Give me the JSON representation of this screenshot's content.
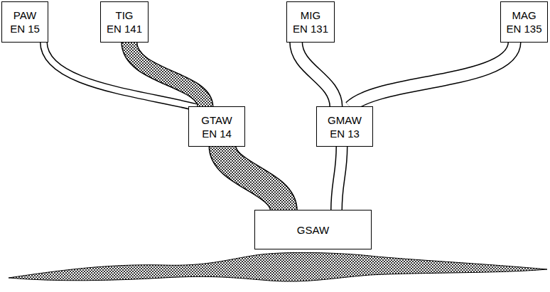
{
  "diagram": {
    "nodes": [
      {
        "text": [
          "PAW",
          "EN 15"
        ]
      },
      {
        "text": [
          "TIG",
          "EN 141"
        ]
      },
      {
        "text": [
          "MIG",
          "EN 131"
        ]
      },
      {
        "text": [
          "MAG",
          "EN 135"
        ]
      },
      {
        "text": [
          "GTAW",
          "EN 14"
        ]
      },
      {
        "text": [
          "GMAW",
          "EN 13"
        ]
      },
      {
        "text": [
          "GSAW"
        ]
      }
    ],
    "edges": [
      {
        "from": 0,
        "to": 4,
        "arrow": "none"
      },
      {
        "from": 1,
        "to": 4,
        "arrow": "none"
      },
      {
        "from": 2,
        "to": 5,
        "arrow": "none"
      },
      {
        "from": 3,
        "to": 5,
        "arrow": "none"
      },
      {
        "from": 4,
        "to": 6,
        "arrow": "none"
      },
      {
        "from": 5,
        "to": 6,
        "arrow": "none"
      }
    ]
  }
}
